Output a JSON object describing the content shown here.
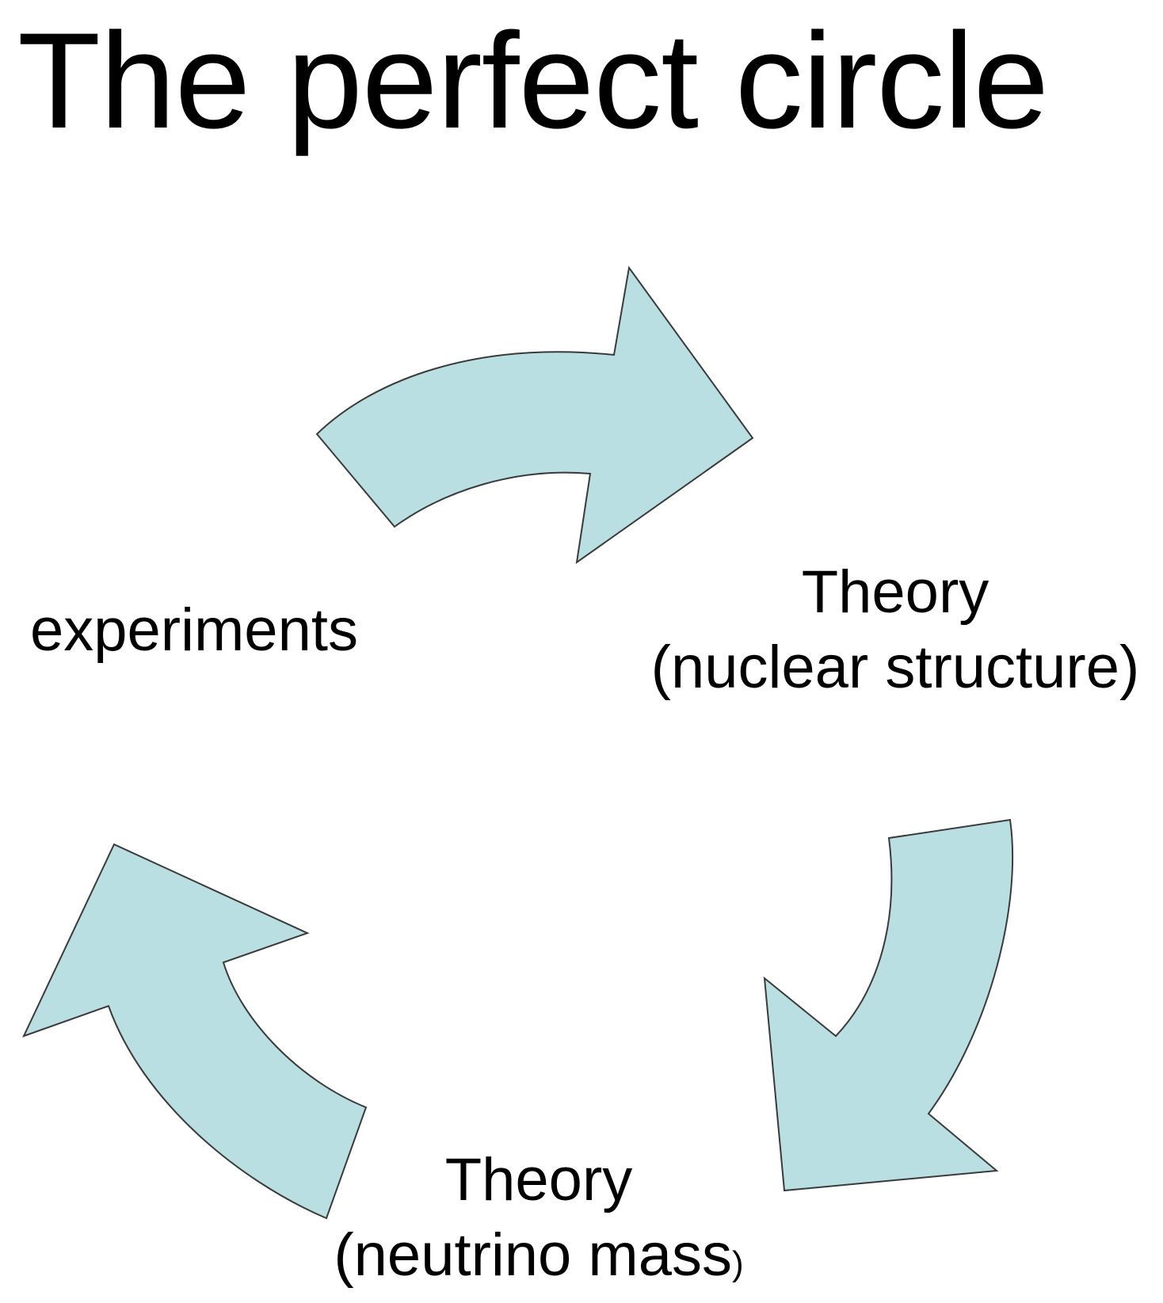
{
  "title": "The perfect circle",
  "colors": {
    "arrow_fill": "#b9dfe2",
    "arrow_stroke": "#3a3a3a",
    "text": "#000000",
    "background": "#ffffff"
  },
  "nodes": {
    "experiments": {
      "label": "experiments"
    },
    "theory_nuclear": {
      "line1": "Theory",
      "line2": "(nuclear structure)"
    },
    "theory_neutrino": {
      "line1": "Theory",
      "line2": "(neutrino mass",
      "line2_close": ")"
    }
  },
  "arrows": [
    {
      "name": "experiments-to-theory-nuclear",
      "icon": "curved-arrow-right"
    },
    {
      "name": "theory-nuclear-to-theory-neutrino",
      "icon": "curved-arrow-down"
    },
    {
      "name": "theory-neutrino-to-experiments",
      "icon": "curved-arrow-up"
    }
  ]
}
